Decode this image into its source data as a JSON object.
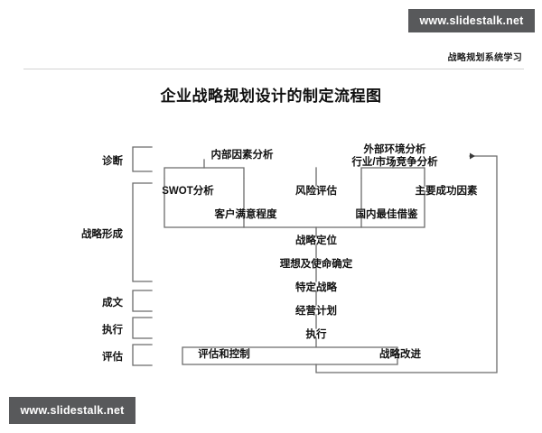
{
  "watermark": {
    "top": "www.slidestalk.net",
    "bottom": "www.slidestalk.net",
    "color": "#58595b"
  },
  "header": {
    "subtitle": "战略规划系统学习",
    "title": "企业战略规划设计的制定流程图"
  },
  "stages": [
    {
      "label": "诊断"
    },
    {
      "label": "战略形成"
    },
    {
      "label": "成文"
    },
    {
      "label": "执行"
    },
    {
      "label": "评估"
    }
  ],
  "nodes": {
    "internal_factors": "内部因素分析",
    "external_env": "外部环境分析",
    "industry_market": "行业/市场竞争分析",
    "swot": "SWOT分析",
    "customer_satisfaction": "客户满意程度",
    "risk_assessment": "风险评估",
    "domestic_benchmark": "国内最佳借鉴",
    "key_success_factors": "主要成功因素",
    "strategic_position": "战略定位",
    "vision_mission": "理想及使命确定",
    "specific_strategy": "特定战略",
    "business_plan": "经营计划",
    "execution": "执行",
    "evaluation_control": "评估和控制",
    "strategy_improvement": "战略改进"
  },
  "chart_data": {
    "type": "diagram",
    "title": "企业战略规划设计的制定流程图",
    "line_color": "#5a5a5a",
    "stages": [
      "诊断",
      "战略形成",
      "成文",
      "执行",
      "评估"
    ],
    "rows": [
      {
        "stage": "诊断",
        "items": [
          "内部因素分析",
          "外部环境分析",
          "行业/市场竞争分析"
        ]
      },
      {
        "stage": "战略形成",
        "items": [
          "SWOT分析",
          "客户满意程度",
          "风险评估",
          "国内最佳借鉴",
          "主要成功因素"
        ]
      },
      {
        "stage": "战略形成",
        "items": [
          "战略定位",
          "理想及使命确定"
        ]
      },
      {
        "stage": "成文",
        "items": [
          "特定战略"
        ]
      },
      {
        "stage": "执行",
        "items": [
          "经营计划",
          "执行"
        ]
      },
      {
        "stage": "评估",
        "items": [
          "评估和控制",
          "战略改进"
        ]
      }
    ],
    "feedback_loop": {
      "from": "评估和控制 / 战略改进",
      "to": "外部环境分析",
      "direction": "right-side loop, arrow points left"
    }
  }
}
